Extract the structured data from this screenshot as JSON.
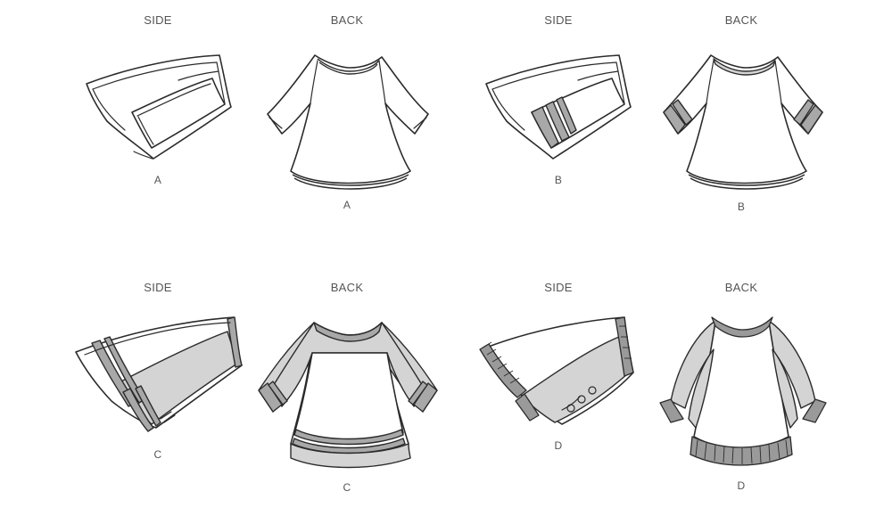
{
  "views": [
    {
      "id": "a-side",
      "heading": "SIDE",
      "label": "A"
    },
    {
      "id": "a-back",
      "heading": "BACK",
      "label": "A"
    },
    {
      "id": "b-side",
      "heading": "SIDE",
      "label": "B"
    },
    {
      "id": "b-back",
      "heading": "BACK",
      "label": "B"
    },
    {
      "id": "c-side",
      "heading": "SIDE",
      "label": "C"
    },
    {
      "id": "c-back",
      "heading": "BACK",
      "label": "C"
    },
    {
      "id": "d-side",
      "heading": "SIDE",
      "label": "D"
    },
    {
      "id": "d-back",
      "heading": "BACK",
      "label": "D"
    }
  ],
  "colors": {
    "outline": "#2b2b2b",
    "light_gray": "#d4d4d4",
    "mid_gray": "#a8a8a8",
    "ribbing": "#9a9a9a",
    "label": "#555555"
  }
}
